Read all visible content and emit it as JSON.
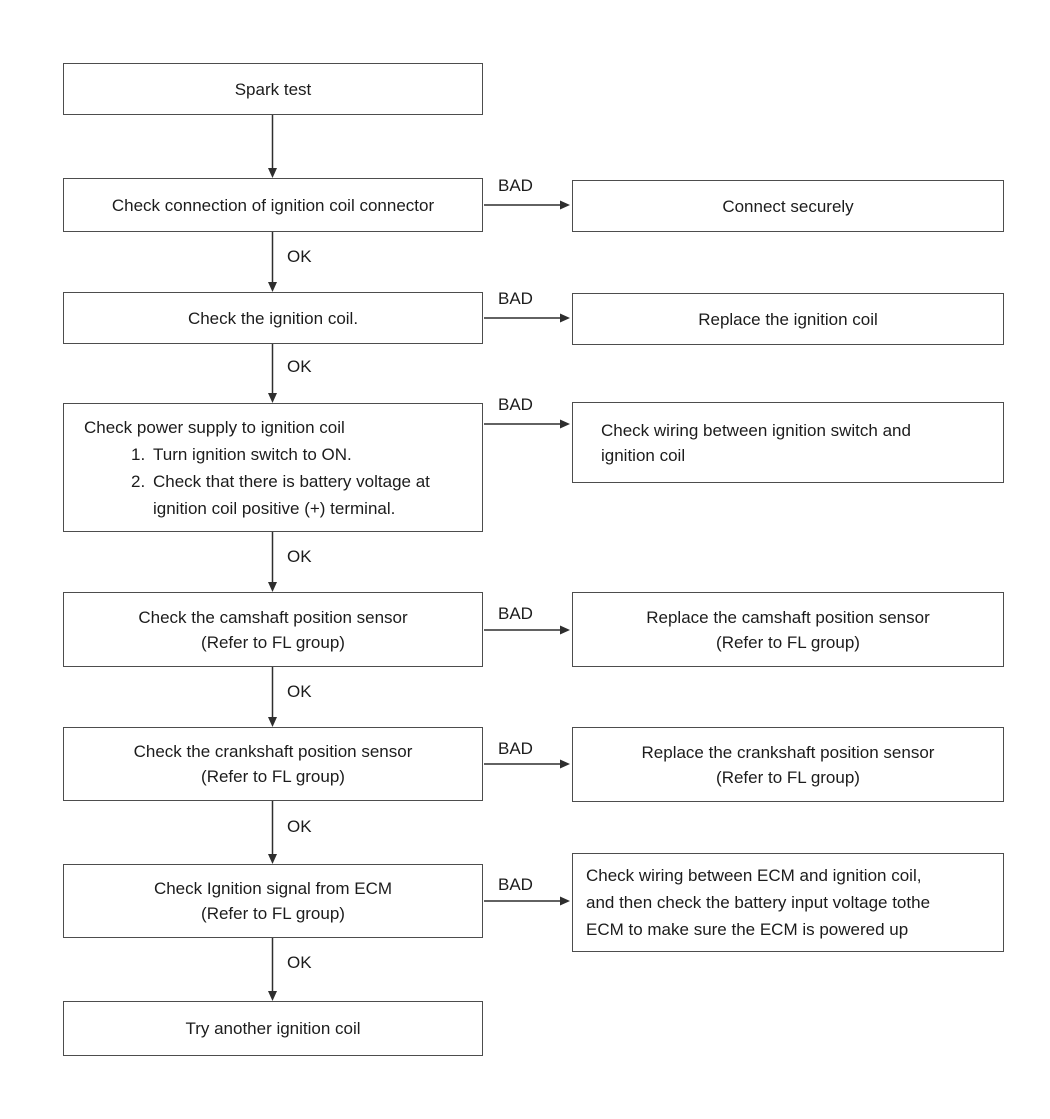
{
  "colors": {
    "background": "#ffffff",
    "border": "#4d4d4d",
    "line": "#2e2e2e",
    "text": "#1c1c1c"
  },
  "flow": {
    "steps": [
      {
        "name": "spark-test",
        "lines": [
          "Spark test"
        ]
      },
      {
        "name": "check-connector",
        "lines": [
          "Check connection of ignition coil connector"
        ]
      },
      {
        "name": "check-ignition-coil",
        "lines": [
          "Check the ignition coil."
        ]
      },
      {
        "name": "check-power-supply",
        "heading": "Check power supply to ignition coil",
        "items": [
          {
            "num": "1.",
            "lines": [
              "Turn ignition switch to ON."
            ]
          },
          {
            "num": "2.",
            "lines": [
              "Check that there is battery voltage at",
              "ignition coil positive (+) terminal."
            ]
          }
        ]
      },
      {
        "name": "check-camshaft-sensor",
        "lines": [
          "Check the camshaft position sensor",
          "(Refer to FL group)"
        ]
      },
      {
        "name": "check-crankshaft-sensor",
        "lines": [
          "Check the crankshaft position sensor",
          "(Refer to FL group)"
        ]
      },
      {
        "name": "check-ignition-signal",
        "lines": [
          "Check Ignition signal from ECM",
          "(Refer to FL group)"
        ]
      },
      {
        "name": "try-another-coil",
        "lines": [
          "Try another ignition coil"
        ]
      }
    ],
    "bad_outcomes": [
      {
        "name": "connect-securely",
        "lines": [
          "Connect securely"
        ]
      },
      {
        "name": "replace-ignition-coil",
        "lines": [
          "Replace the ignition coil"
        ]
      },
      {
        "name": "check-wiring-ignition-switch",
        "lines": [
          "Check wiring between ignition switch and",
          "ignition coil"
        ]
      },
      {
        "name": "replace-camshaft-sensor",
        "lines": [
          "Replace the camshaft position sensor",
          "(Refer to FL group)"
        ]
      },
      {
        "name": "replace-crankshaft-sensor",
        "lines": [
          "Replace the crankshaft position sensor",
          "(Refer to FL group)"
        ]
      },
      {
        "name": "check-wiring-ecm",
        "lines": [
          "Check wiring between ECM and ignition coil,",
          "and then check the battery input voltage tothe",
          "ECM to make sure the ECM is powered up"
        ]
      }
    ],
    "edges": [
      {
        "from": "spark-test",
        "to": "check-connector",
        "label": ""
      },
      {
        "from": "check-connector",
        "to": "connect-securely",
        "label": "BAD"
      },
      {
        "from": "check-connector",
        "to": "check-ignition-coil",
        "label": "OK"
      },
      {
        "from": "check-ignition-coil",
        "to": "replace-ignition-coil",
        "label": "BAD"
      },
      {
        "from": "check-ignition-coil",
        "to": "check-power-supply",
        "label": "OK"
      },
      {
        "from": "check-power-supply",
        "to": "check-wiring-ignition-switch",
        "label": "BAD"
      },
      {
        "from": "check-power-supply",
        "to": "check-camshaft-sensor",
        "label": "OK"
      },
      {
        "from": "check-camshaft-sensor",
        "to": "replace-camshaft-sensor",
        "label": "BAD"
      },
      {
        "from": "check-camshaft-sensor",
        "to": "check-crankshaft-sensor",
        "label": "OK"
      },
      {
        "from": "check-crankshaft-sensor",
        "to": "replace-crankshaft-sensor",
        "label": "BAD"
      },
      {
        "from": "check-crankshaft-sensor",
        "to": "check-ignition-signal",
        "label": "OK"
      },
      {
        "from": "check-ignition-signal",
        "to": "check-wiring-ecm",
        "label": "BAD"
      },
      {
        "from": "check-ignition-signal",
        "to": "try-another-coil",
        "label": "OK"
      }
    ]
  }
}
